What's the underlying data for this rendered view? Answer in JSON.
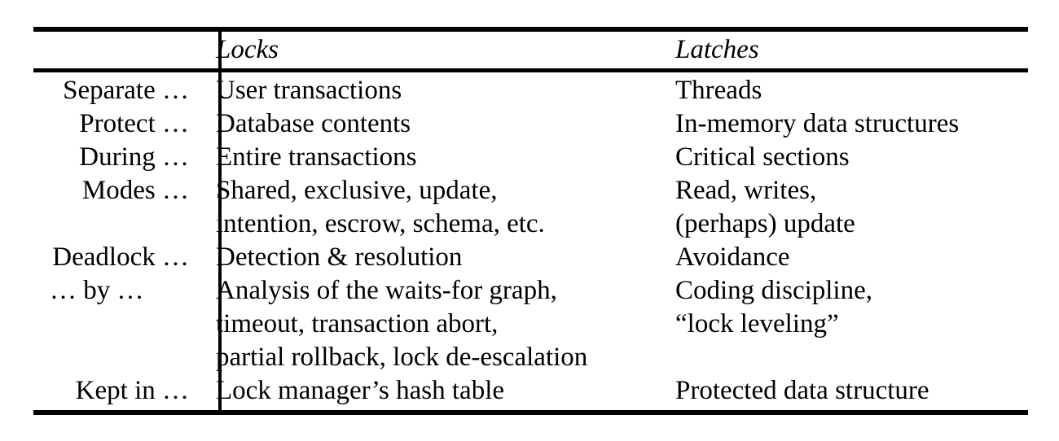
{
  "table": {
    "columns": [
      "",
      "Locks",
      "Latches"
    ],
    "rows": [
      {
        "label": "Separate …",
        "label_align": "right",
        "locks": "User transactions",
        "latches": "Threads"
      },
      {
        "label": "Protect …",
        "label_align": "right",
        "locks": "Database contents",
        "latches": "In-memory data structures"
      },
      {
        "label": "During …",
        "label_align": "right",
        "locks": "Entire transactions",
        "latches": "Critical sections"
      },
      {
        "label": "Modes …",
        "label_align": "right",
        "locks": "Shared, exclusive, update,\nintention, escrow, schema, etc.",
        "latches": "Read, writes,\n(perhaps) update"
      },
      {
        "label": "Deadlock …",
        "label_align": "right",
        "locks": "Detection & resolution",
        "latches": "Avoidance"
      },
      {
        "label": "… by …",
        "label_align": "left",
        "locks": "Analysis of the waits-for graph,\ntimeout, transaction abort,\npartial rollback, lock de-escalation",
        "latches": "Coding discipline,\n“lock leveling”"
      },
      {
        "label": "Kept in …",
        "label_align": "right",
        "locks": "Lock manager’s hash table",
        "latches": "Protected data structure"
      }
    ]
  }
}
